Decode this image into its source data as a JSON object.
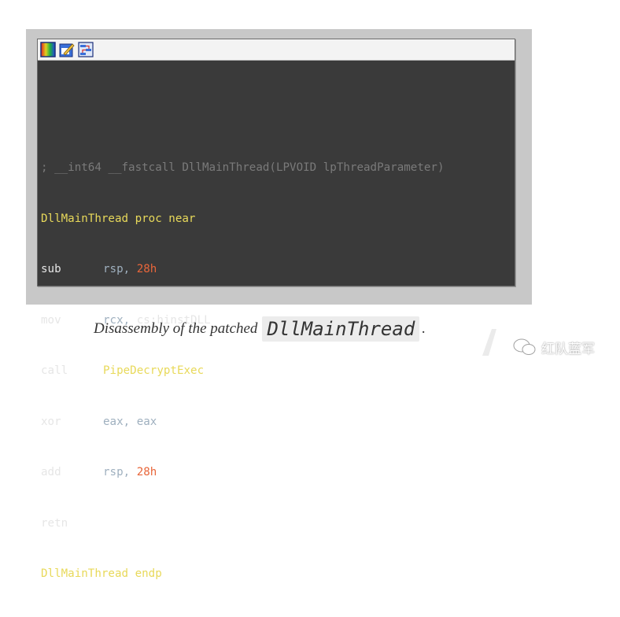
{
  "toolbar": {
    "icons": [
      "graph-view-icon",
      "edit-icon",
      "flowchart-icon"
    ]
  },
  "code": {
    "comment": "; __int64 __fastcall DllMainThread(LPVOID lpThreadParameter)",
    "proc_label": "DllMainThread",
    "proc_kw": "proc near",
    "lines": [
      {
        "mnem": "sub",
        "op1": "rsp,",
        "op2": "28h"
      },
      {
        "mnem": "mov",
        "op1": "rcx,",
        "op2": "cs:hinstDLL"
      },
      {
        "mnem": "call",
        "op1": "PipeDecryptExec",
        "op2": ""
      },
      {
        "mnem": "xor",
        "op1": "eax,",
        "op2": "eax"
      },
      {
        "mnem": "add",
        "op1": "rsp,",
        "op2": "28h"
      },
      {
        "mnem": "retn",
        "op1": "",
        "op2": ""
      }
    ],
    "endp_label": "DllMainThread",
    "endp_kw": "endp"
  },
  "caption": {
    "prefix": "Disassembly of the patched",
    "code": "DllMainThread",
    "suffix": "."
  },
  "watermark": {
    "text": "红队蓝军"
  },
  "colors": {
    "background": "#3a3a3a",
    "comment": "#7a7a7a",
    "label": "#e8d95a",
    "register": "#9fb0bf",
    "number": "#e8663a"
  }
}
